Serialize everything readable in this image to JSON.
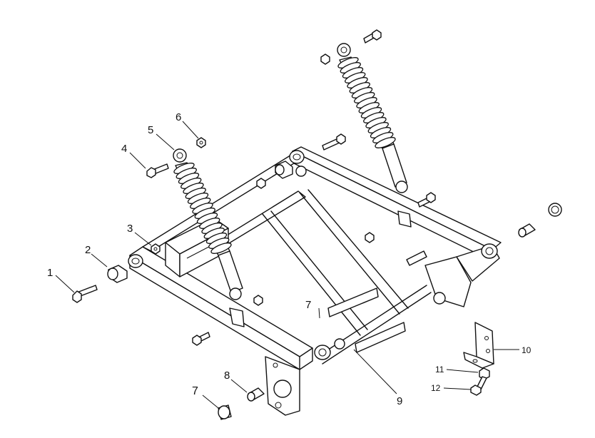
{
  "callouts": {
    "c1": "1",
    "c2": "2",
    "c3": "3",
    "c4": "4",
    "c5": "5",
    "c6": "6",
    "c7a": "7",
    "c7b": "7",
    "c8": "8",
    "c9": "9",
    "c10": "10",
    "c11": "11",
    "c12": "12"
  }
}
